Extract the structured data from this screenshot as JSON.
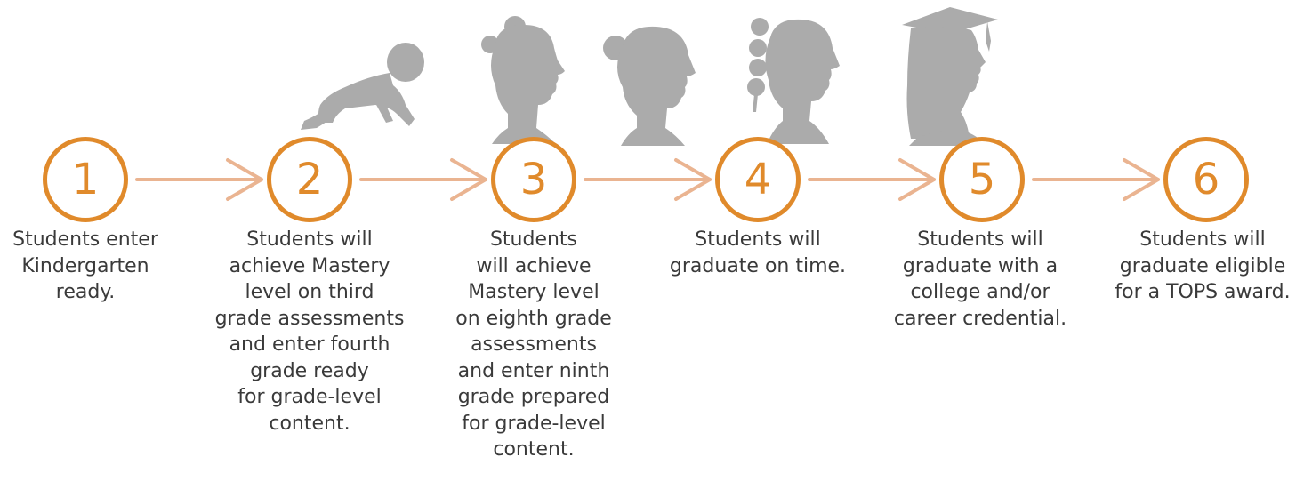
{
  "colors": {
    "accent": "#e08a2b",
    "connector": "#eab491",
    "silhouette": "#ababab",
    "text": "#3a3a3a"
  },
  "steps": [
    {
      "number": "1",
      "text": "Students enter\nKindergarten\nready."
    },
    {
      "number": "2",
      "text": "Students will\nachieve Mastery\nlevel on third\ngrade assessments\nand enter fourth\ngrade ready\nfor grade-level\ncontent."
    },
    {
      "number": "3",
      "text": "Students\nwill achieve\nMastery level\non eighth grade\nassessments\nand enter ninth\ngrade prepared\nfor grade-level\ncontent."
    },
    {
      "number": "4",
      "text": "Students will\ngraduate on time."
    },
    {
      "number": "5",
      "text": "Students will\ngraduate with a\ncollege and/or\ncareer credential."
    },
    {
      "number": "6",
      "text": "Students will\ngraduate eligible\nfor a TOPS award."
    }
  ],
  "silhouettes": [
    "crawling-baby-icon",
    "child-profile-icon",
    "girl-profile-icon",
    "teen-profile-icon",
    "graduate-profile-icon"
  ]
}
